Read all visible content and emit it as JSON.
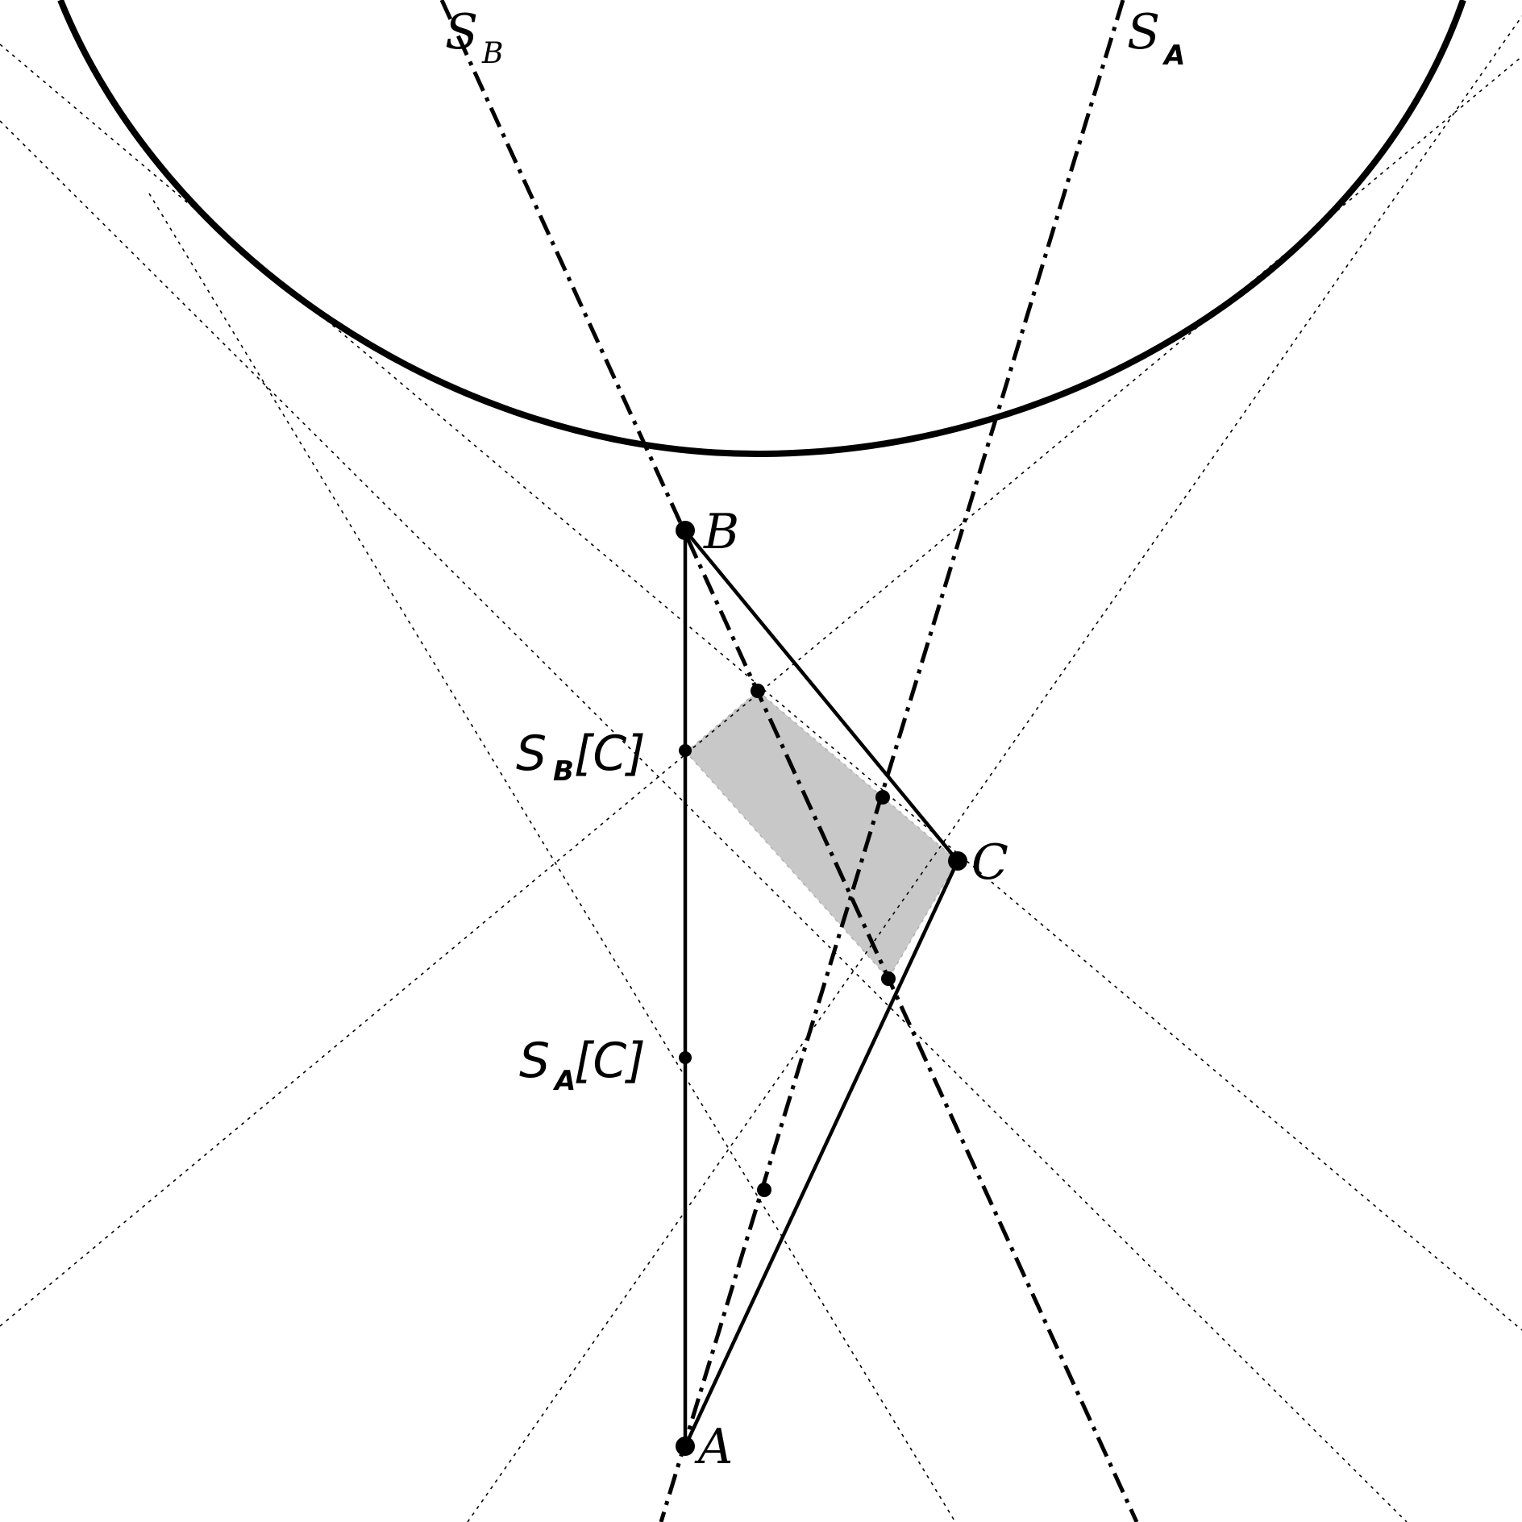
{
  "labels": {
    "A": "A",
    "B": "B",
    "C": "C",
    "SB_main": "S",
    "SB_sub": "B",
    "SA_main": "S",
    "SA_sub": "A",
    "SBC_main": "S",
    "SBC_sub": "B",
    "SBC_arg": "[C]",
    "SAC_main": "S",
    "SAC_sub": "A",
    "SAC_arg": "[C]"
  },
  "colors": {
    "ink": "#000000",
    "shade": "#c8c8c8",
    "background": "#ffffff"
  }
}
